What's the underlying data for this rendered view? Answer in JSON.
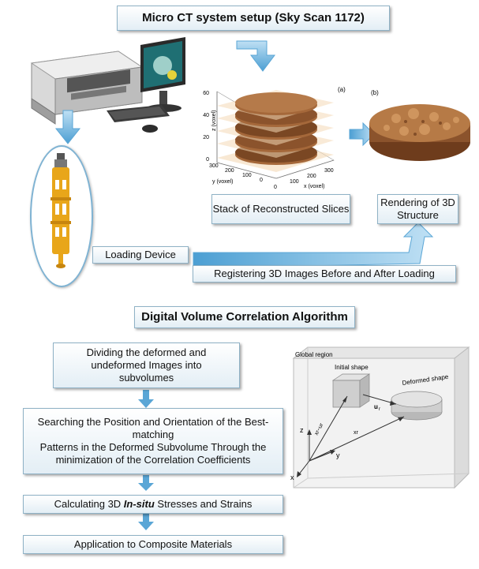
{
  "setup_title": "Micro CT system setup (Sky Scan 1172)",
  "stack_caption": "Stack of Reconstructed Slices",
  "rendering_caption": "Rendering of 3D Structure",
  "loading_device": "Loading Device",
  "registering": "Registering 3D Images Before and After Loading",
  "plot": {
    "label_a": "(a)",
    "label_b": "(b)",
    "z_label": "z (voxel)",
    "y_label": "y (voxel)",
    "x_label": "x (voxel)",
    "z_ticks": [
      "0",
      "20",
      "40",
      "60"
    ],
    "y_ticks": [
      "300",
      "200",
      "100",
      "0"
    ],
    "x_ticks": [
      "0",
      "100",
      "200",
      "300"
    ]
  },
  "dvc_title": "Digital Volume Correlation Algorithm",
  "steps": {
    "step1": "Dividing the deformed and undeformed Images into subvolumes",
    "step2_line1": "Searching the Position and Orientation of the Best-matching",
    "step2_line2": "Patterns in the Deformed Subvolume Through the minimization of the Correlation Coefficients",
    "step3_pre": "Calculating 3D ",
    "step3_em": "In-situ",
    "step3_post": " Stresses and Strains",
    "step4": "Application to Composite Materials"
  },
  "region": {
    "global": "Global region",
    "initial": "Initial shape",
    "deformed": "Deformed shape",
    "u_label": "u",
    "u_sub": "r",
    "x_minus_u": "xr−ur",
    "x_label": "xr",
    "axis_z": "z",
    "axis_y": "y",
    "axis_x": "x"
  },
  "colors": {
    "box_border": "#8fb2c6",
    "arrow": "#5aa6d6",
    "device": "#e8a61a",
    "soil": "#a5683a"
  }
}
